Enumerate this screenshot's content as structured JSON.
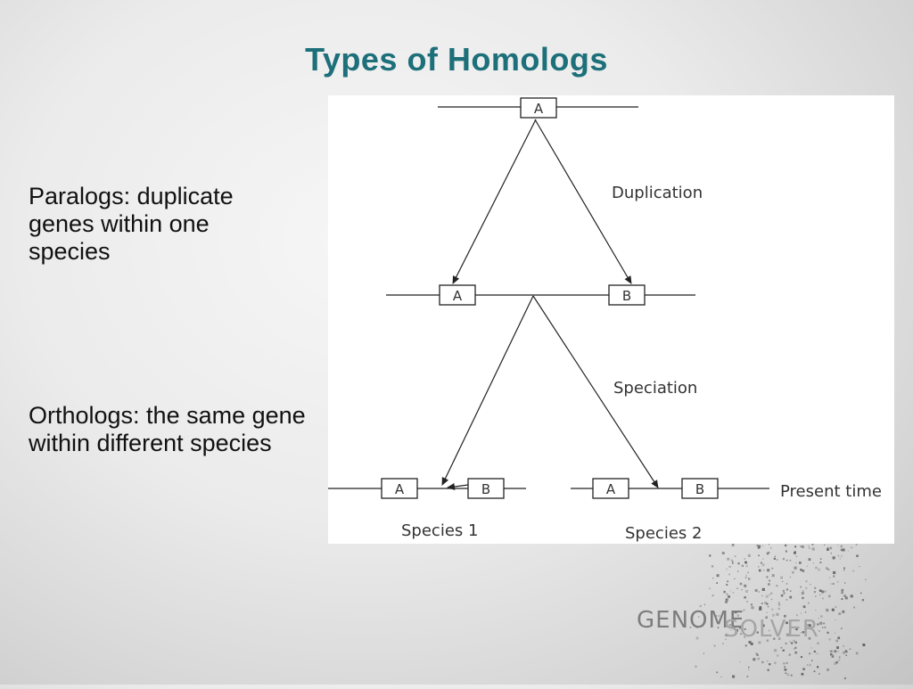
{
  "title": "Types of Homologs",
  "bullets": [
    {
      "lines": [
        "Paralogs: duplicate",
        "genes within one",
        "species"
      ]
    },
    {
      "lines": [
        "Orthologs: the same gene",
        "within different species"
      ]
    }
  ],
  "diagram": {
    "gene_A": "A",
    "gene_B": "B",
    "duplication_label": "Duplication",
    "speciation_label": "Speciation",
    "present_time_label": "Present time",
    "species1_label": "Species 1",
    "species2_label": "Species 2"
  },
  "logo": {
    "text_1": "GENOME",
    "text_2": "SOLVER"
  }
}
